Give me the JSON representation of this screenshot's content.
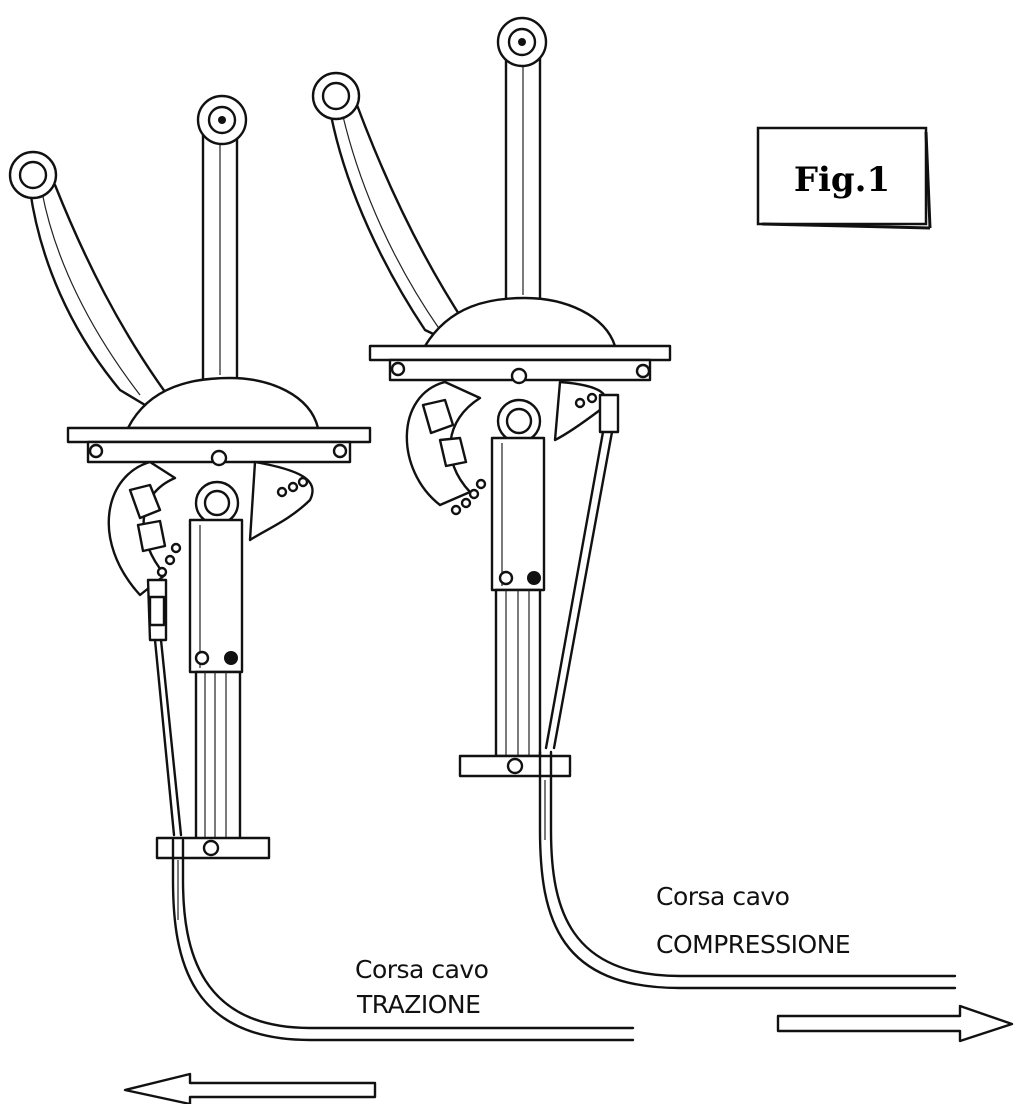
{
  "figure": {
    "label": "Fig.1",
    "left_annotation": {
      "line1": "Corsa cavo",
      "line2": "TRAZIONE"
    },
    "right_annotation": {
      "line1": "Corsa cavo",
      "line2": "COMPRESSIONE"
    },
    "left_arrow_direction": "left",
    "right_arrow_direction": "right"
  },
  "colors": {
    "ink": "#111111",
    "paper": "#ffffff"
  }
}
